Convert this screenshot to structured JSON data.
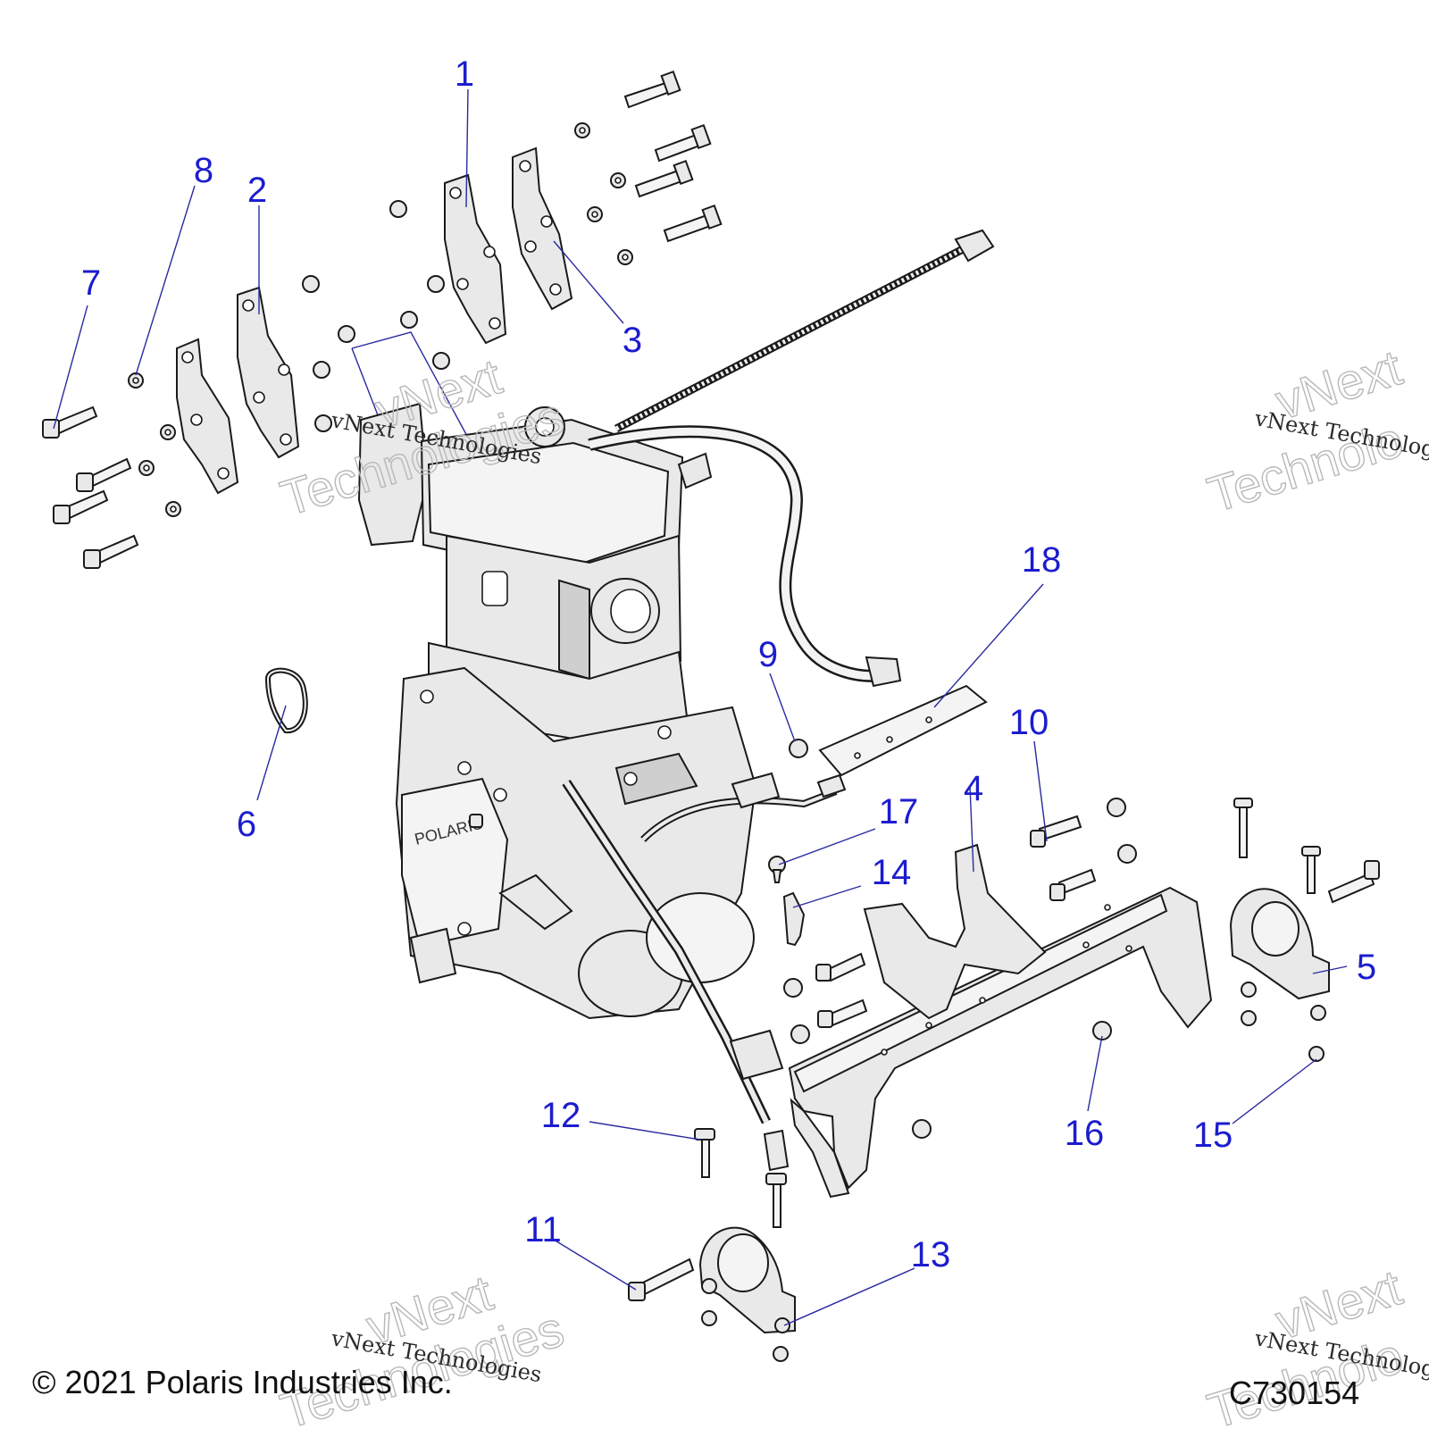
{
  "callouts": [
    {
      "num": "1"
    },
    {
      "num": "2"
    },
    {
      "num": "3"
    },
    {
      "num": "4"
    },
    {
      "num": "5"
    },
    {
      "num": "6"
    },
    {
      "num": "7"
    },
    {
      "num": "8"
    },
    {
      "num": "9"
    },
    {
      "num": "10"
    },
    {
      "num": "11"
    },
    {
      "num": "12"
    },
    {
      "num": "13"
    },
    {
      "num": "14"
    },
    {
      "num": "15"
    },
    {
      "num": "16"
    },
    {
      "num": "17"
    },
    {
      "num": "18"
    }
  ],
  "watermark": {
    "line_script": "vNext Technologies",
    "outline_top": "vNext",
    "outline_bottom": "Technologies",
    "outline_bottom_clipped": "Technolo"
  },
  "footer": {
    "copyright": "© 2021 Polaris Industries Inc.",
    "drawing_code": "C730154"
  },
  "engine_logo": "POLARIS",
  "colors": {
    "callout": "#1c1ccf",
    "leader": "#2a2aa0",
    "line_art": "#1a1a1a"
  }
}
